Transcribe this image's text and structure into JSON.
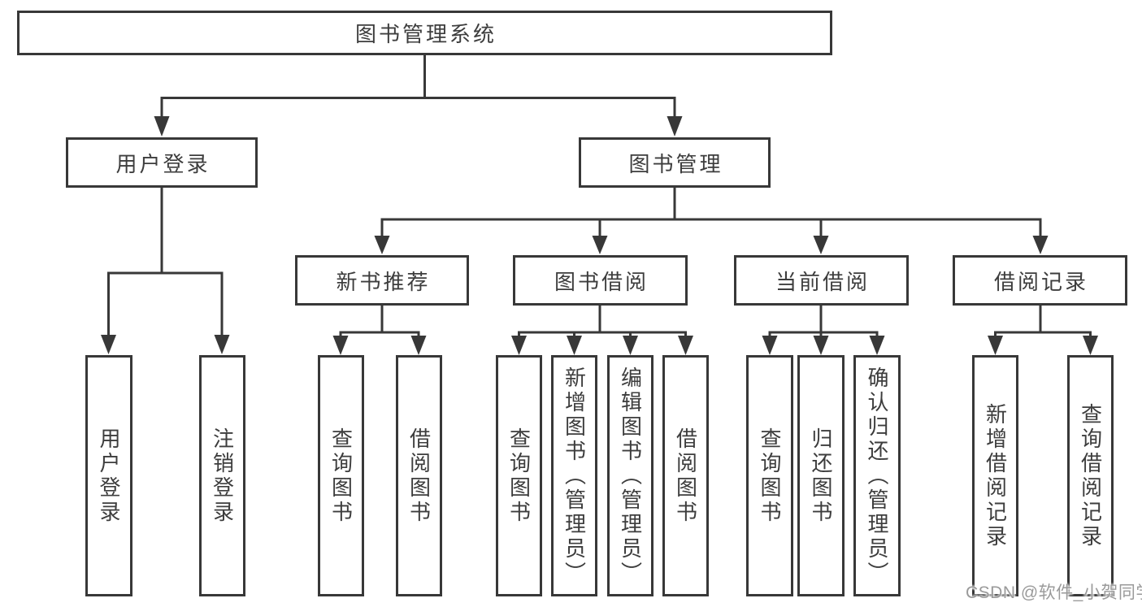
{
  "diagram": {
    "title": "图书管理系统",
    "root": {
      "label": "图书管理系统",
      "children": [
        {
          "label": "用户登录",
          "children": [
            {
              "label": "用户登录"
            },
            {
              "label": "注销登录"
            }
          ]
        },
        {
          "label": "图书管理",
          "children": [
            {
              "label": "新书推荐",
              "children": [
                {
                  "label": "查询图书"
                },
                {
                  "label": "借阅图书"
                }
              ]
            },
            {
              "label": "图书借阅",
              "children": [
                {
                  "label": "查询图书"
                },
                {
                  "label": "新增图书（管理员）"
                },
                {
                  "label": "编辑图书（管理员）"
                },
                {
                  "label": "借阅图书"
                }
              ]
            },
            {
              "label": "当前借阅",
              "children": [
                {
                  "label": "查询图书"
                },
                {
                  "label": "归还图书"
                },
                {
                  "label": "确认归还（管理员）"
                }
              ]
            },
            {
              "label": "借阅记录",
              "children": [
                {
                  "label": "新增借阅记录"
                },
                {
                  "label": "查询借阅记录"
                }
              ]
            }
          ]
        }
      ]
    },
    "watermark": "CSDN @软件_小贺同学"
  },
  "colors": {
    "line": "#383838",
    "text": "#3d3d3d",
    "background": "#ffffff",
    "watermark": "#9a9a9a"
  }
}
